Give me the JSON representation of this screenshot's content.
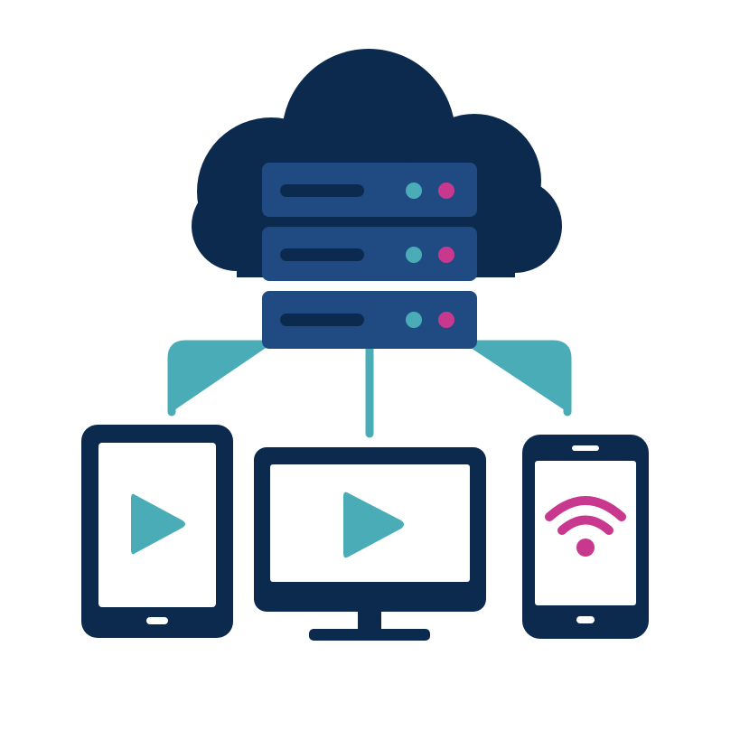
{
  "colors": {
    "background": "#ffffff",
    "cloud": "#0c2a4e",
    "server_unit": "#1f4b82",
    "server_slot": "#0c2a4e",
    "device_frame": "#0c2a4e",
    "screen": "#ffffff",
    "connector": "#4aacb6",
    "play_icon": "#4aacb6",
    "status_light_teal": "#4aacb6",
    "status_light_magenta": "#c8388f",
    "wifi_icon": "#c8388f"
  },
  "diagram": {
    "hub": {
      "icon": "cloud-server-icon",
      "server_units": 3,
      "status_lights_per_unit": [
        "teal",
        "magenta"
      ]
    },
    "clients": [
      {
        "device": "tablet",
        "icon": "play-icon"
      },
      {
        "device": "desktop-monitor",
        "icon": "play-icon"
      },
      {
        "device": "smartphone",
        "icon": "wifi-icon"
      }
    ],
    "connections": [
      "hub-to-tablet",
      "hub-to-monitor",
      "hub-to-smartphone"
    ]
  }
}
